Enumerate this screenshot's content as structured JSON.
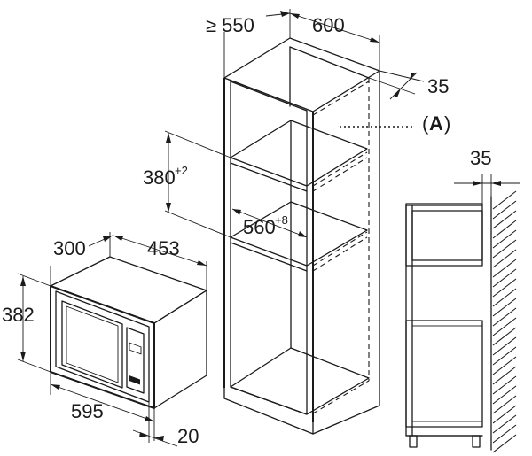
{
  "dimensions": {
    "cabinet_depth": "≥ 550",
    "cabinet_width": "600",
    "side_gap": "35",
    "niche_height": "380",
    "niche_height_tol": "+2",
    "niche_width": "560",
    "niche_width_tol": "+8",
    "appliance_depth": "300",
    "appliance_height_side": "453",
    "appliance_height": "382",
    "appliance_width": "595",
    "front_depth": "20",
    "wall_gap": "35"
  },
  "callouts": {
    "detail_open": "(",
    "detail_letter": "A",
    "detail_close": ")"
  }
}
